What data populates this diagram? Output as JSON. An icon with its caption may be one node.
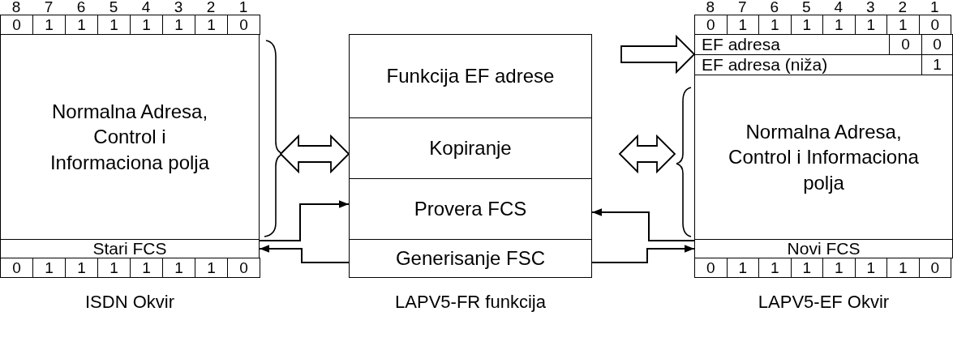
{
  "diagram": {
    "nodes": [
      {
        "text": [
          "Normalna Adresa, Control i Informaciona polja"
        ]
      },
      {
        "text": [
          "Stari FCS"
        ]
      },
      {
        "text": [
          "Funkcija EF adrese"
        ]
      },
      {
        "text": [
          "Kopiranje"
        ]
      },
      {
        "text": [
          "Provera FCS"
        ]
      },
      {
        "text": [
          "Generisanje FSC"
        ]
      },
      {
        "text": [
          "EF adresa"
        ]
      },
      {
        "text": [
          "EF adresa (niža)"
        ]
      },
      {
        "text": [
          "Normalna Adresa, Control i Informaciona polja"
        ]
      },
      {
        "text": [
          "Novi FCS"
        ]
      }
    ],
    "edges": [
      {
        "from": 0,
        "to": 3,
        "arrow": "both"
      },
      {
        "from": 1,
        "to": 4,
        "arrow": "to"
      },
      {
        "from": 5,
        "to": 1,
        "arrow": "to"
      },
      {
        "from": 2,
        "to": 6,
        "arrow": "to"
      },
      {
        "from": 3,
        "to": 8,
        "arrow": "both"
      },
      {
        "from": 9,
        "to": 4,
        "arrow": "to"
      },
      {
        "from": 5,
        "to": 9,
        "arrow": "to"
      }
    ],
    "labels": [
      "8",
      "7",
      "6",
      "5",
      "4",
      "3",
      "2",
      "1",
      "8",
      "7",
      "6",
      "5",
      "4",
      "3",
      "2",
      "1",
      "0",
      "1",
      "1",
      "1",
      "1",
      "1",
      "1",
      "0",
      "0",
      "1",
      "1",
      "1",
      "1",
      "1",
      "1",
      "0",
      "0",
      "0",
      "1",
      "0",
      "1",
      "1",
      "1",
      "1",
      "1",
      "1",
      "0",
      "0",
      "1",
      "1",
      "1",
      "1",
      "1",
      "1",
      "0",
      "ISDN Okvir",
      "LAPV5-FR funkcija",
      "LAPV5-EF Okvir"
    ]
  }
}
